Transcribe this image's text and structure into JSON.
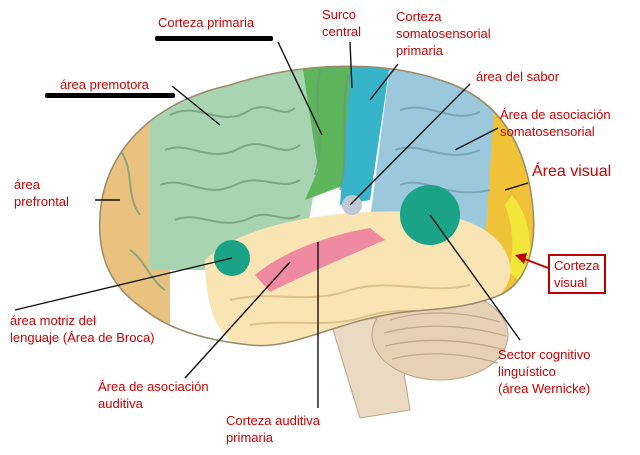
{
  "label_color": "#cc0000",
  "line_color": "#111111",
  "region_colors": {
    "prefrontal": "#e9c27f",
    "premotor": "#a9d4b2",
    "primary_motor": "#5db55c",
    "somatosensory_primary": "#38b4c8",
    "somatosensory_association": "#9bc8dc",
    "visual_association": "#f0c238",
    "visual_primary": "#f3e63a",
    "temporal": "#f9e4b4",
    "auditory_primary": "#f08aa0",
    "broca": "#1aa386",
    "wernicke": "#1aa386",
    "cerebellum": "#e7d1b5",
    "brainstem": "#ead9c3"
  },
  "labels": {
    "corteza_primaria": "Corteza primaria",
    "surco_central": "Surco\ncentral",
    "corteza_somatosensorial": "Corteza\nsomatosensorial\nprimaria",
    "area_premotora": "área premotora",
    "area_sabor": "área del sabor",
    "asociacion_somatosensorial": "Área de asociación\nsomatosensorial",
    "area_visual": "Área visual",
    "area_prefrontal": "área\nprefrontal",
    "corteza_visual": "Corteza\nvisual",
    "broca": "área motriz del\nlenguaje (Área de Broca)",
    "wernicke": "Sector cognitivo\nlinguístico\n(área Wernicke)",
    "asociacion_auditiva": "Área de asociación\nauditiva",
    "corteza_auditiva": "Corteza auditiva\nprimaria"
  }
}
